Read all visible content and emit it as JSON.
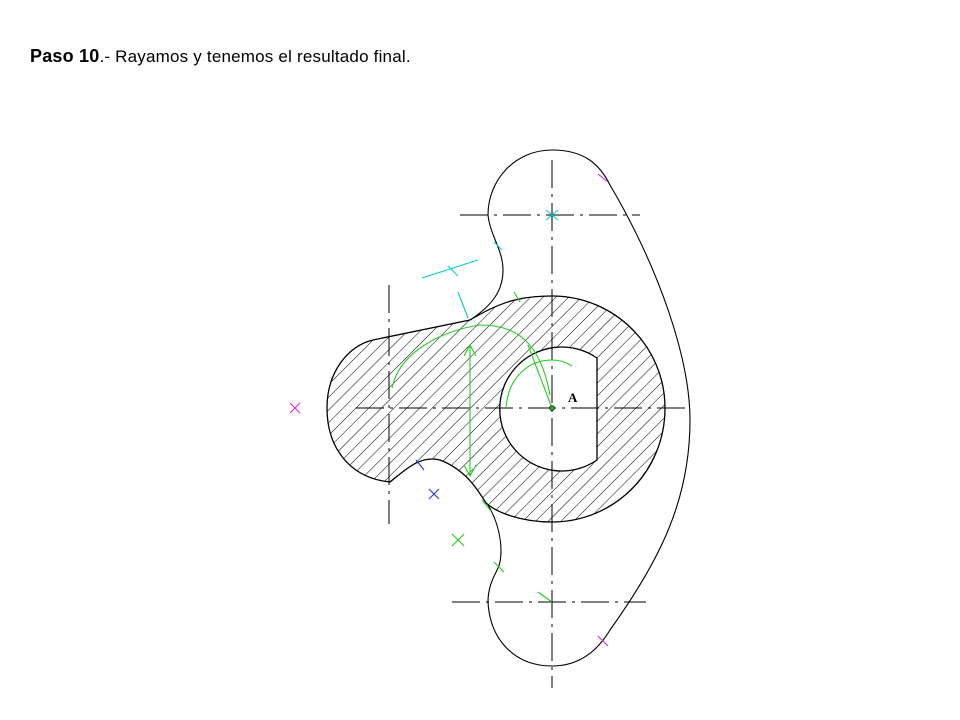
{
  "caption": {
    "step_label": "Paso 10",
    "text": ".- Rayamos y tenemos el resultado final."
  },
  "drawing": {
    "point_label": "A",
    "colors": {
      "outline": "#000000",
      "construction_green": "#22cc22",
      "construction_cyan": "#00cccc",
      "mark_magenta": "#dd22dd",
      "mark_blue": "#2233dd",
      "hatch": "#000000"
    }
  }
}
